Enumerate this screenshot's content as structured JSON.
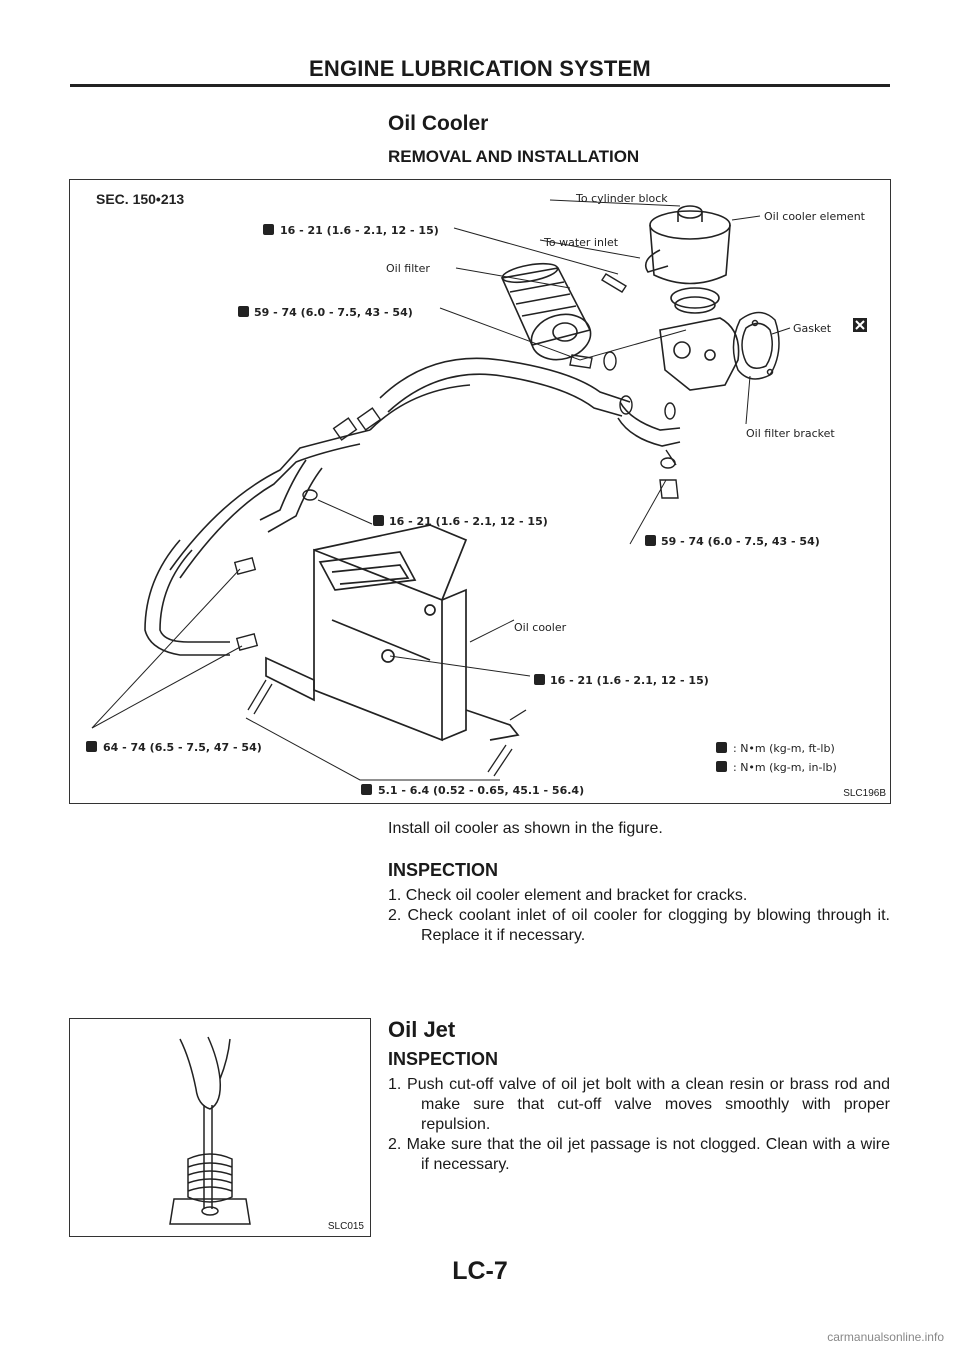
{
  "header": {
    "title": "ENGINE LUBRICATION SYSTEM"
  },
  "oil_cooler": {
    "title": "Oil Cooler",
    "removal_heading": "REMOVAL AND INSTALLATION",
    "figure": {
      "sec": "SEC. 150•213",
      "labels": {
        "to_cylinder_block": "To cylinder block",
        "oil_cooler_element": "Oil cooler element",
        "to_water_inlet": "To water inlet",
        "oil_filter": "Oil filter",
        "gasket": "Gasket",
        "oil_filter_bracket": "Oil filter bracket",
        "oil_cooler": "Oil cooler"
      },
      "torques": {
        "t1": "16 - 21 (1.6 - 2.1, 12 - 15)",
        "t2": "59 - 74 (6.0 - 7.5, 43 - 54)",
        "t3": "16 - 21 (1.6 - 2.1, 12 - 15)",
        "t4": "59 - 74 (6.0 - 7.5, 43 - 54)",
        "t5": "16 - 21 (1.6 - 2.1, 12 - 15)",
        "t6": "64 - 74 (6.5 - 7.5, 47 - 54)",
        "t7": "5.1 - 6.4 (0.52 - 0.65, 45.1 - 56.4)"
      },
      "legend": {
        "ft_lb": ": N•m (kg-m, ft-lb)",
        "in_lb": ": N•m (kg-m, in-lb)"
      },
      "id": "SLC196B"
    },
    "install_text": "Install oil cooler as shown in the figure.",
    "inspection_heading": "INSPECTION",
    "inspection_steps": [
      "1. Check oil cooler element and bracket for cracks.",
      "2. Check coolant inlet of oil cooler for clogging by blowing through it. Replace it if necessary."
    ]
  },
  "oil_jet": {
    "title": "Oil Jet",
    "inspection_heading": "INSPECTION",
    "steps": [
      "1. Push cut-off valve of oil jet bolt with a clean resin or brass rod and make sure that cut-off valve moves smoothly with proper repulsion.",
      "2. Make sure that the oil jet passage is not clogged. Clean with a wire if necessary."
    ],
    "figure_id": "SLC015"
  },
  "footer": {
    "page": "LC-7",
    "watermark": "carmanualsonline.info"
  }
}
